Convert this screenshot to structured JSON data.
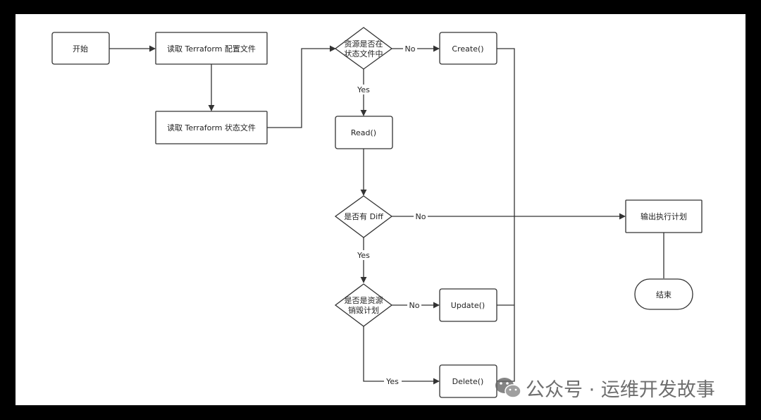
{
  "nodes": {
    "start": {
      "label": "开始"
    },
    "read_config": {
      "label": "读取 Terraform 配置文件"
    },
    "read_state": {
      "label": "读取 Terraform 状态文件"
    },
    "in_state": {
      "line1": "资源是否在",
      "line2": "状态文件中"
    },
    "create": {
      "label": "Create()"
    },
    "read": {
      "label": "Read()"
    },
    "has_diff": {
      "label": "是否有 Diff"
    },
    "output_plan": {
      "label": "输出执行计划"
    },
    "is_destroy": {
      "line1": "是否是资源",
      "line2": "销毁计划"
    },
    "update": {
      "label": "Update()"
    },
    "delete": {
      "label": "Delete()"
    },
    "end": {
      "label": "结束"
    }
  },
  "edge_labels": {
    "in_state_no": "No",
    "in_state_yes": "Yes",
    "diff_no": "No",
    "diff_yes": "Yes",
    "destroy_no": "No",
    "destroy_yes": "Yes"
  },
  "watermark": {
    "text": "公众号 · 运维开发故事",
    "icon": "wechat-icon"
  },
  "colors": {
    "line": "#333333",
    "background": "#ffffff",
    "frame": "#000000"
  }
}
